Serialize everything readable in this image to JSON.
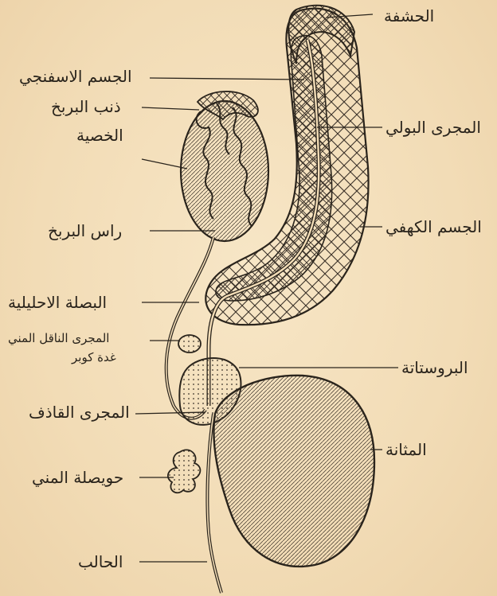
{
  "labels": {
    "glans": "الحشفة",
    "corpus_spongiosum": "الجسم الاسفنجي",
    "epididymis_tail": "ذنب البربخ",
    "testis": "الخصية",
    "urethra": "المجرى البولي",
    "corpus_cavernosum": "الجسم الكهفي",
    "epididymis_head": "راس البربخ",
    "urethral_bulb": "البصلة الاحليلية",
    "vas_deferens": "المجرى الناقل المني",
    "cowper_gland": "غدة كوبر",
    "prostate": "البروستاتة",
    "ejaculatory_duct": "المجرى القاذف",
    "bladder": "المثانة",
    "seminal_vesicle": "حويصلة المني",
    "ureter": "الحالب"
  }
}
